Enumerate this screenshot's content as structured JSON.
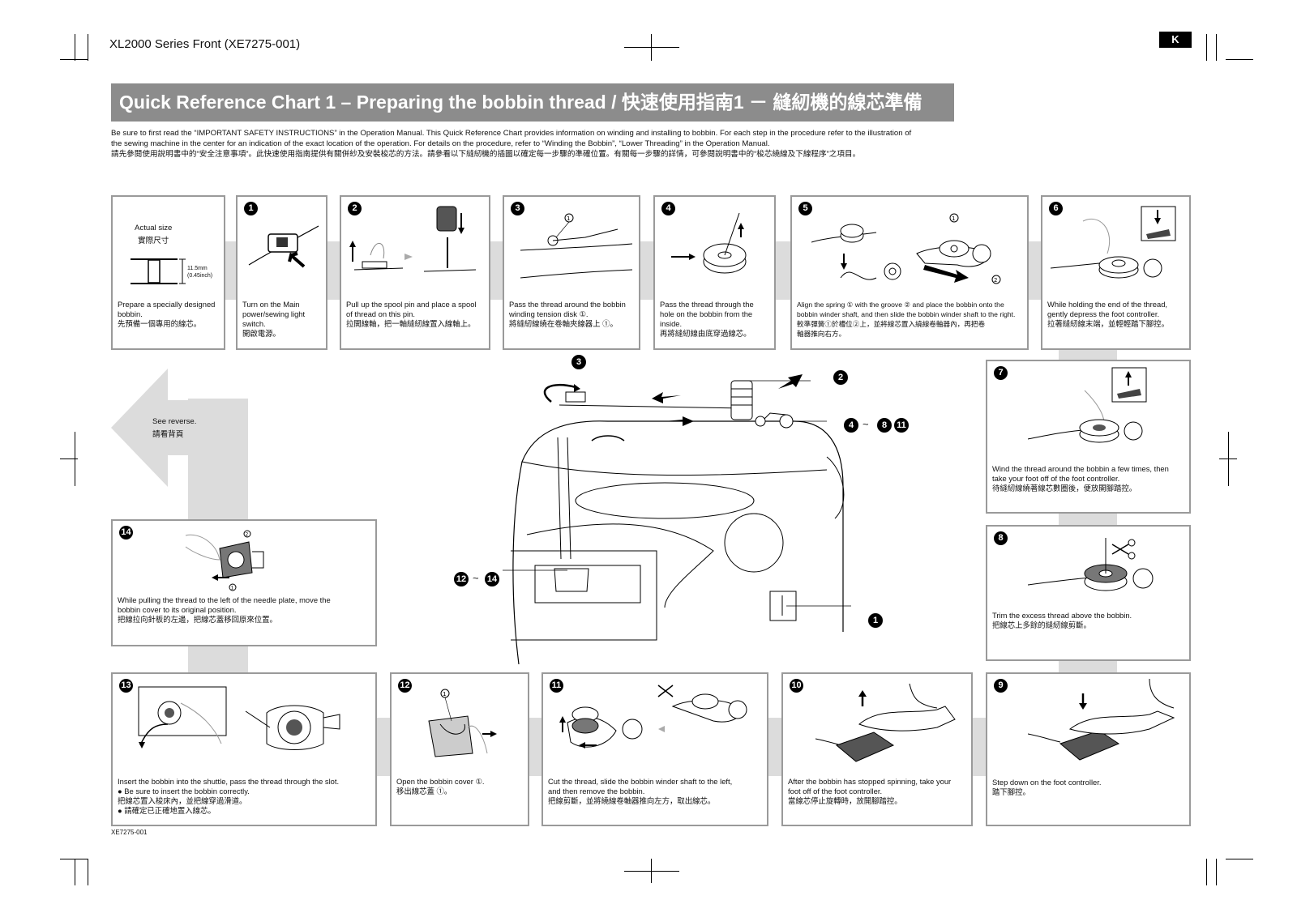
{
  "header": {
    "doc_title": "XL2000  Series Front (XE7275-001)",
    "lang_tag": "K"
  },
  "title": "Quick Reference Chart 1  – Preparing the bobbin thread / 快速使用指南1   －  縫紉機的線芯準備",
  "intro": [
    "Be sure to first read the “IMPORTANT SAFETY INSTRUCTIONS” in the Operation Manual. This Quick Reference Chart provides information on winding and installing to bobbin.  For each step in the procedure refer to the illustration of",
    "the sewing machine in the center for an indication of the exact location of the operation.  For details on the procedure, refer to “Winding the Bobbin”, “Lower Threading” in the Operation Manual.",
    "請先參閱使用說明書中的“安全注意事項”。此快速使用指南提供有關併紗及安裝梭芯的方法。請參看以下縫紉機的插圖以確定每一步驟的準確位置。有關每一步驟的詳情，可參閱說明書中的“梭芯繞線及下線程序”之項目。"
  ],
  "actual_size": {
    "label": "Actual size",
    "label_zh": "實際尺寸",
    "dim1": "11.5mm",
    "dim2": "(0.45inch)",
    "caption": [
      "Prepare a specially designed",
      "bobbin.",
      "先預備一個專用的線芯。"
    ]
  },
  "steps": {
    "s1": {
      "num": "1",
      "caption": [
        "Turn on the Main",
        "power/sewing light",
        "switch.",
        "開啟電源。"
      ]
    },
    "s2": {
      "num": "2",
      "caption": [
        "Pull up the spool pin and place a spool",
        "of thread on this pin.",
        "拉開線軸，把一軸縫紉線置入線軸上。"
      ]
    },
    "s3": {
      "num": "3",
      "caption": [
        "Pass the thread around the bobbin",
        "winding tension disk ①.",
        "將縫紉線繞在卷軸夾線器上 ①。"
      ]
    },
    "s4": {
      "num": "4",
      "caption": [
        "Pass the thread through the",
        "hole on the bobbin from the",
        "inside.",
        "再將縫紉線由底穿過線芯。"
      ]
    },
    "s5": {
      "num": "5",
      "caption": [
        "Align the spring ① with the groove ② and place the bobbin onto the",
        "bobbin winder shaft, and then slide the bobbin winder shaft to the right.",
        "較準彈簧①於槽位②上，並將線芯置入繞線卷軸器內，再把卷",
        "軸器推向右方。"
      ]
    },
    "s6": {
      "num": "6",
      "caption": [
        "While holding the end of the thread,",
        "gently depress the foot controller.",
        "拉著縫紉線末端，並輕輕踏下腳控。"
      ]
    },
    "s7": {
      "num": "7",
      "caption": [
        "Wind the thread around the bobbin a few times, then",
        "take your foot off of the foot controller.",
        "待縫紉線繞著線芯數圈後，便放開腳踏控。"
      ]
    },
    "s8": {
      "num": "8",
      "caption": [
        "Trim the excess thread above the bobbin.",
        "把線芯上多餘的縫紉線剪斷。"
      ]
    },
    "s9": {
      "num": "9",
      "caption": [
        "Step down on the foot controller.",
        "踏下腳控。"
      ]
    },
    "s10": {
      "num": "10",
      "caption": [
        "After the bobbin has stopped spinning, take your",
        "foot off of the foot controller.",
        "當線芯停止旋轉時，放開腳踏控。"
      ]
    },
    "s11": {
      "num": "11",
      "caption": [
        "Cut the thread, slide the bobbin winder shaft to the left,",
        "and then remove the bobbin.",
        "把線剪斷，並將繞線卷軸器推向左方，取出線芯。"
      ]
    },
    "s12": {
      "num": "12",
      "caption": [
        "Open the bobbin cover ①.",
        "移出線芯蓋 ①。"
      ]
    },
    "s13": {
      "num": "13",
      "caption": [
        "Insert the bobbin into the shuttle, pass the thread through the slot.",
        "● Be sure to insert the bobbin correctly.",
        "把線芯置入梭床內，並把線穿過滑道。",
        "● 請確定已正確地置入線芯。"
      ]
    },
    "s14": {
      "num": "14",
      "caption": [
        "While pulling the thread to the left of the needle plate, move the",
        "bobbin cover to its original position.",
        "把線拉向針板的左邊，把線芯蓋移回原來位置。"
      ]
    }
  },
  "reverse": {
    "en": "See reverse.",
    "zh": "請看背頁"
  },
  "machine": {
    "c3": "3",
    "c2": "2",
    "c4": "4",
    "tilde1": "~",
    "c8": "8",
    "c11": "11",
    "c12": "12",
    "tilde2": "~",
    "c14": "14",
    "c1": "1"
  },
  "footer": "XE7275-001",
  "colors": {
    "band": "#dcdcdc",
    "title_bg": "#8c8c8c",
    "box_border": "#9a9a9a"
  }
}
